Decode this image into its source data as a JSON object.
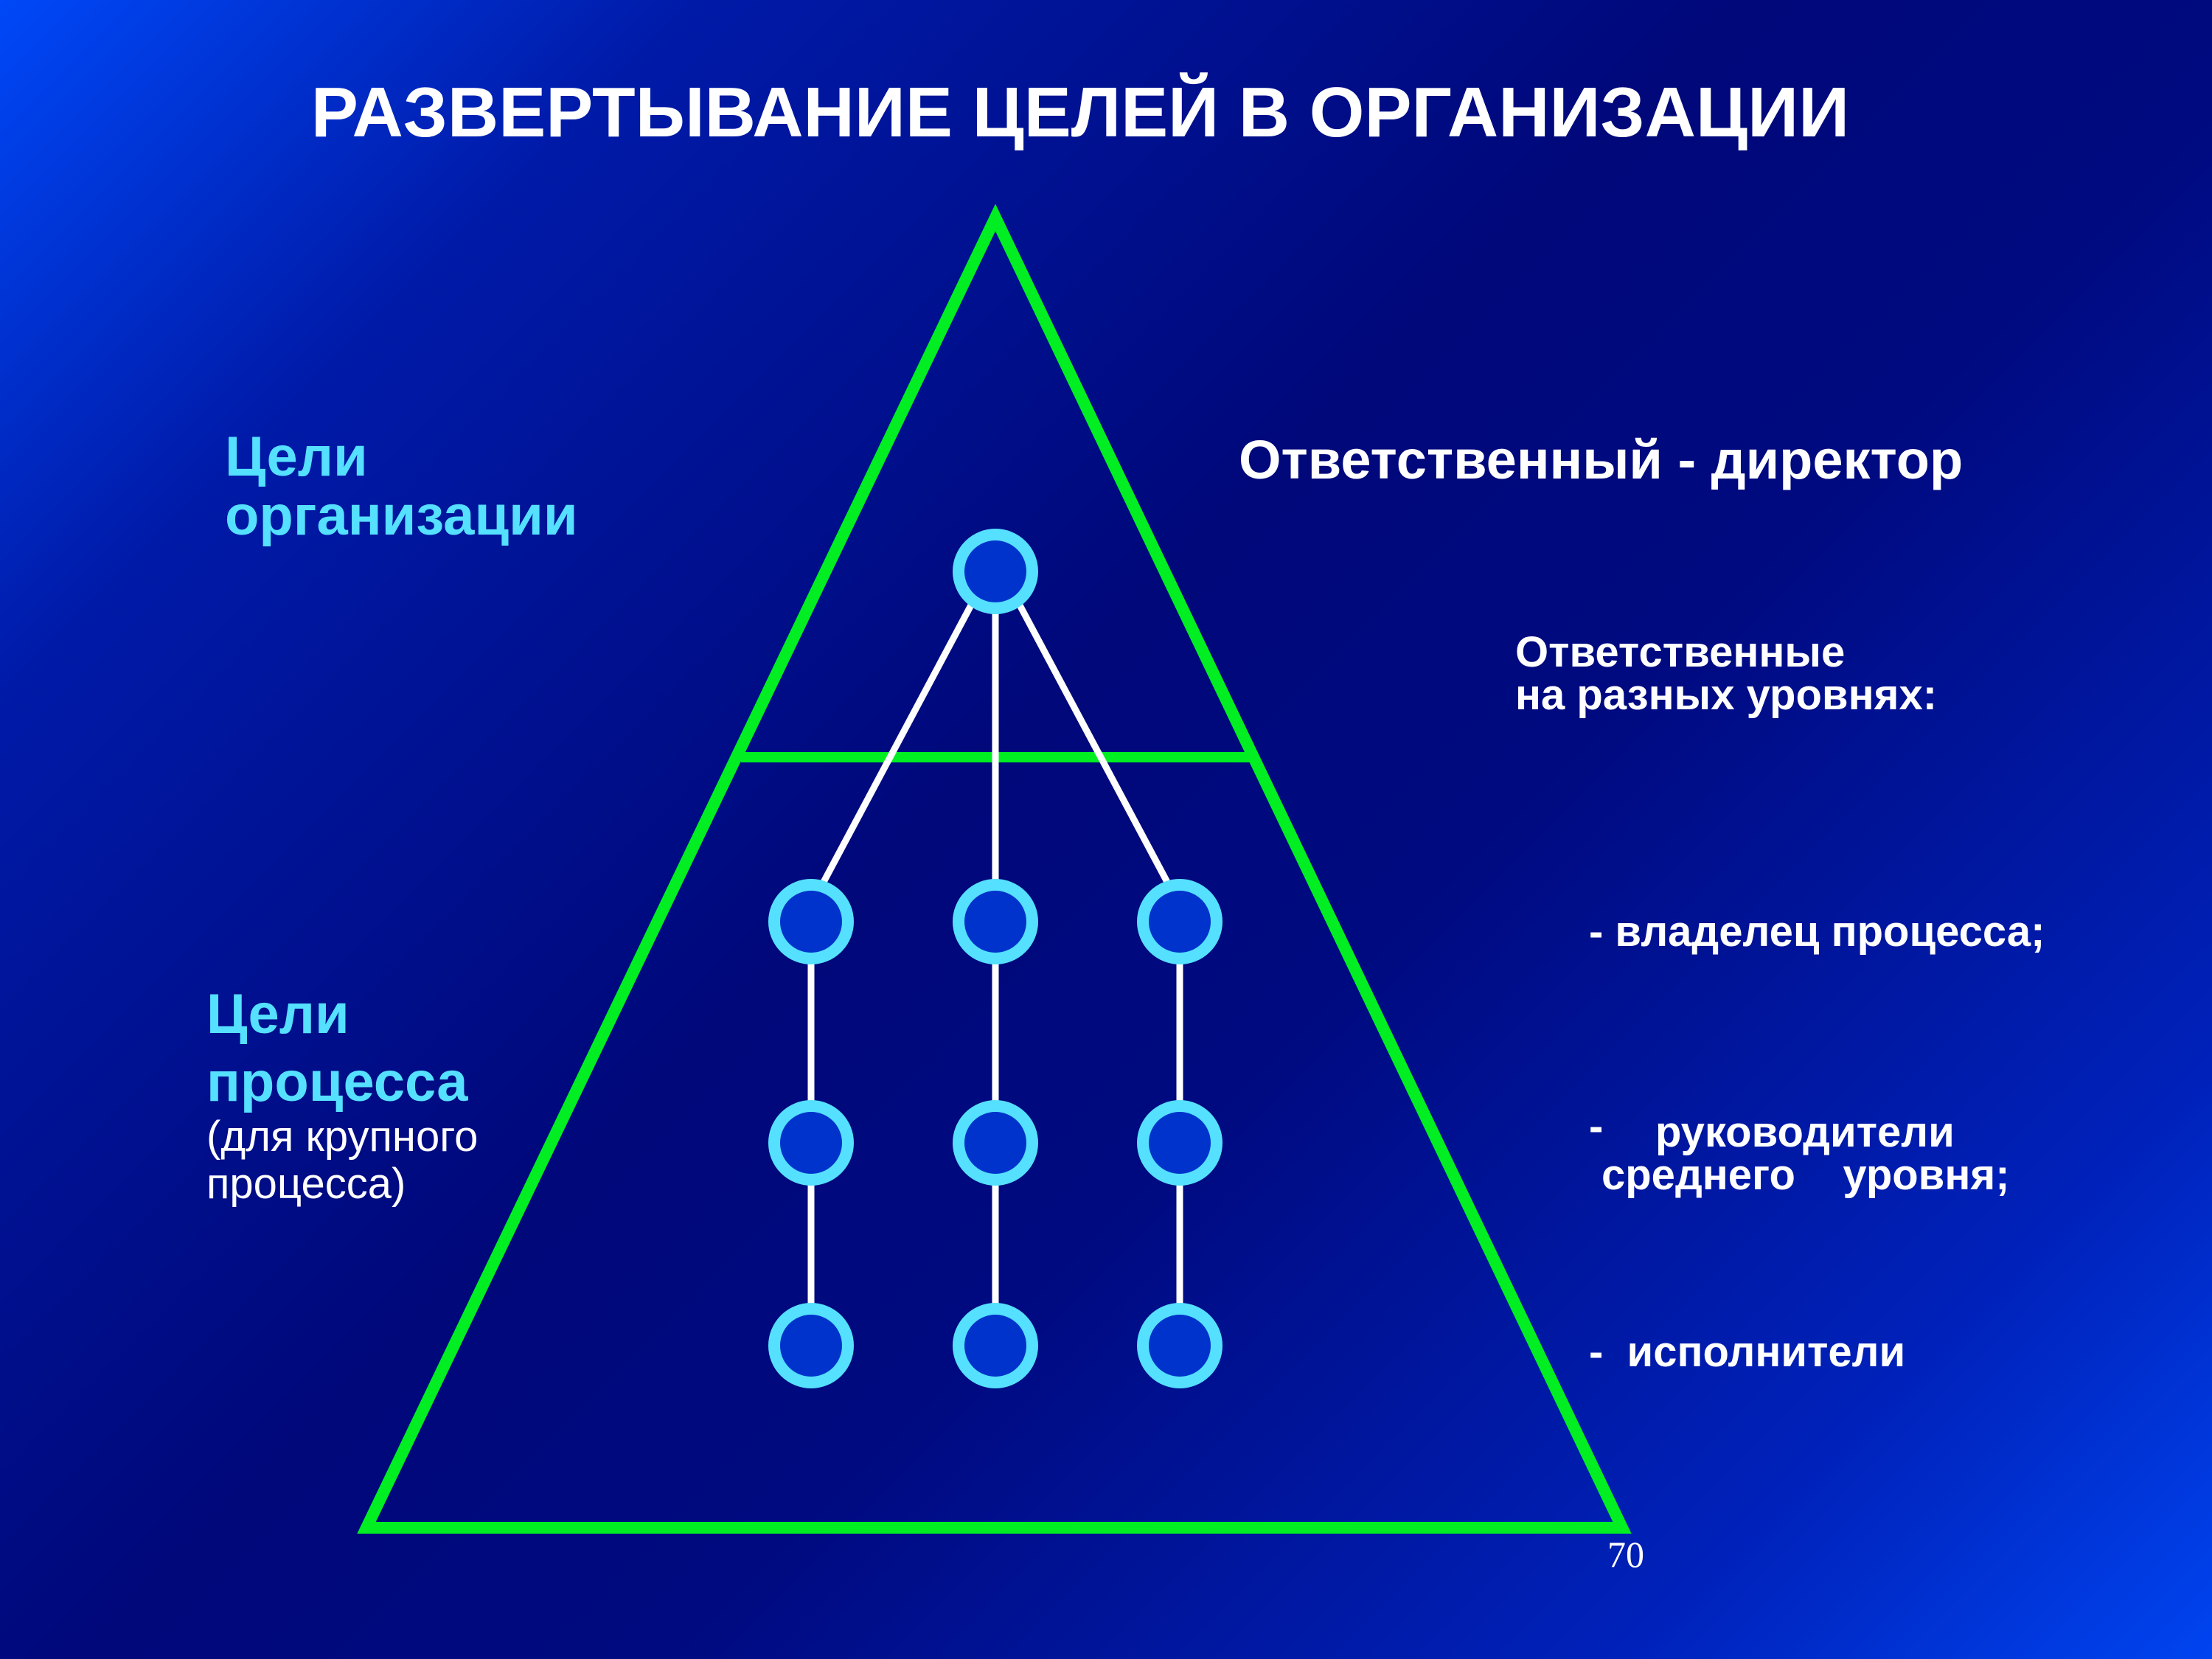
{
  "slide": {
    "title": "РАЗВЕРТЫВАНИЕ ЦЕЛЕЙ В ОРГАНИЗАЦИИ",
    "page_number": "70"
  },
  "left_labels": {
    "org_goals": [
      "Цели",
      "организации"
    ],
    "process_goals": [
      "Цели",
      "процесса"
    ],
    "process_goals_note": [
      "(для крупного",
      "процесса)"
    ]
  },
  "right_labels": {
    "responsible_director": "Ответственный - директор",
    "responsible_levels": [
      "Ответственные",
      "на разных уровнях:"
    ],
    "level_owner": "- владелец процесса;",
    "level_middle_dash": "-",
    "level_middle": [
      "руководители",
      "среднего    уровня;"
    ],
    "level_executors": "-  исполнители"
  },
  "colors": {
    "pyramid_outline": "#00ee22",
    "node_ring": "#55e0ff",
    "node_fill": "#0033cc",
    "connector": "#ffffff",
    "label_accent": "#55e0ff"
  }
}
